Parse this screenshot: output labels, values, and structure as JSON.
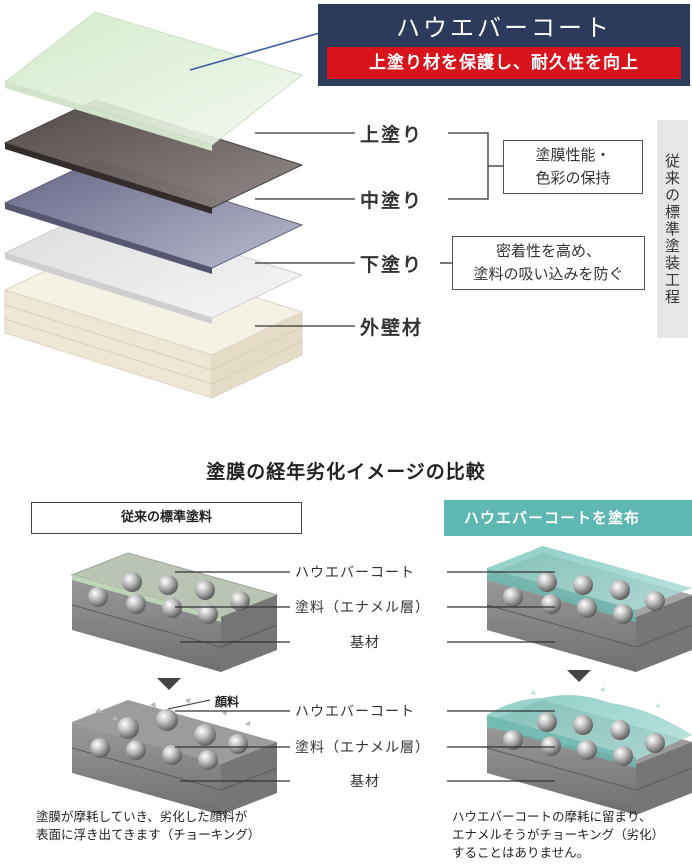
{
  "top": {
    "title": "ハウエバーコート",
    "subtitle": "上塗り材を保護し、耐久性を向上",
    "layers": {
      "top_coat": "上塗り",
      "middle_coat": "中塗り",
      "under_coat": "下塗り",
      "wall": "外壁材"
    },
    "note_color": [
      "塗膜性能・",
      "色彩の保持"
    ],
    "note_adhesion": [
      "密着性を高め、",
      "塗料の吸い込みを防ぐ"
    ],
    "vertical_label": "従来の標準塗装工程"
  },
  "bottom": {
    "title": "塗膜の経年劣化イメージの比較",
    "left_header": "従来の標準塗料",
    "right_header": "ハウエバーコートを塗布",
    "labels_upper": [
      "ハウエバーコート",
      "塗料（エナメル層）",
      "基材"
    ],
    "labels_lower": [
      "ハウエバーコート",
      "塗料（エナメル層）",
      "基材"
    ],
    "pigment_label": "顔料",
    "caption_left": [
      "塗膜が摩耗していき、劣化した顔料が",
      "表面に浮き出てきます（チョーキング）"
    ],
    "caption_right": [
      "ハウエバーコートの摩耗に留まり、",
      "エナメルそうがチョーキング（劣化）",
      "することはありません。"
    ]
  },
  "colors": {
    "title_bg": "#2c3a5b",
    "accent_red": "#d7141c",
    "teal": "#5fb7b4",
    "top_coat": "#5a4f4a",
    "middle_coat": "#6e6f8e",
    "clear_coat": "#dff0d6"
  }
}
